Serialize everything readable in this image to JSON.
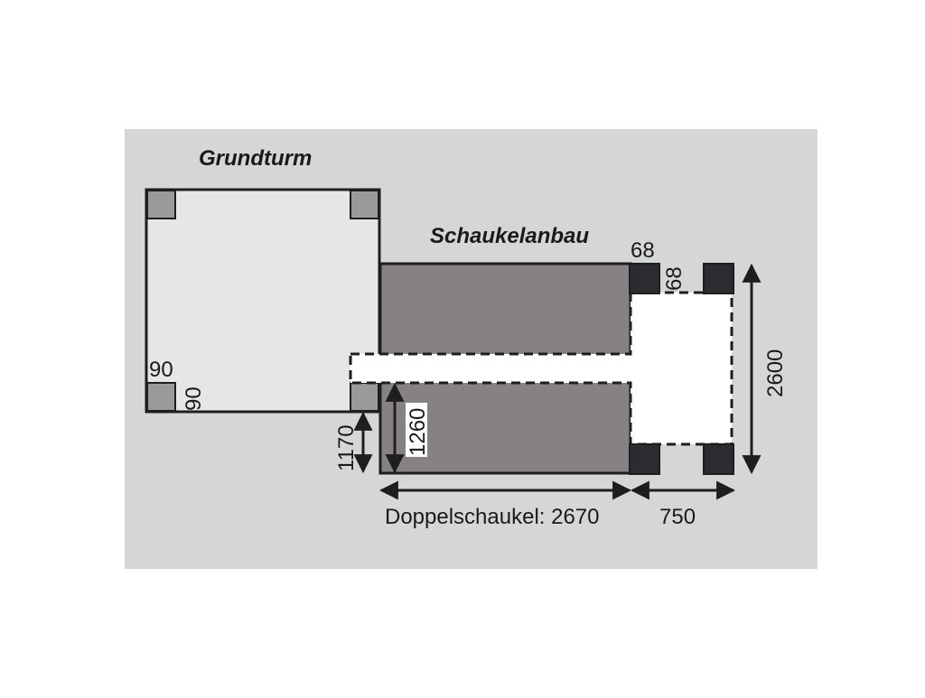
{
  "titles": {
    "tower": "Grundturm",
    "extension": "Schaukelanbau"
  },
  "dimensions": {
    "tower_post_width": "90",
    "tower_post_depth": "90",
    "ext_post_width": "68",
    "ext_post_depth": "68",
    "swing_height_1170": "1170",
    "swing_height_1260": "1260",
    "depth_total": "2600",
    "length_swing": "Doppelschaukel: 2670",
    "length_extension": "750"
  },
  "colors": {
    "background_panel": "#d4d6d8",
    "tower_fill": "#e6e6e6",
    "swing_fill": "#858184",
    "post_light": "#9a9a9c",
    "post_dark": "#2c2c30",
    "line": "#1e1e1e",
    "dashed_area": "#ffffff"
  }
}
